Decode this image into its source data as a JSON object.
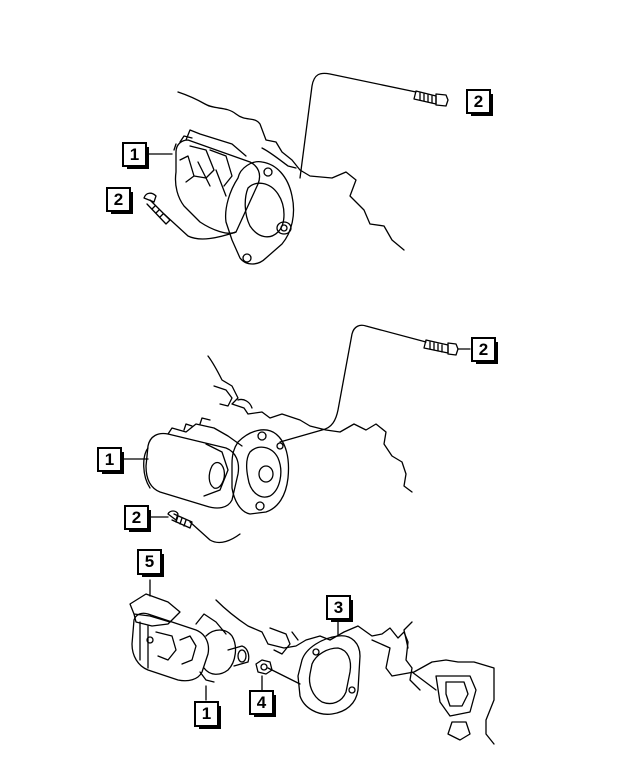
{
  "diagram": {
    "views": [
      {
        "name": "upper-view",
        "callouts": [
          {
            "id": "upper-starter-callout",
            "label": "1"
          },
          {
            "id": "upper-bolt-right-callout",
            "label": "2"
          },
          {
            "id": "upper-bolt-left-callout",
            "label": "2"
          }
        ]
      },
      {
        "name": "middle-view",
        "callouts": [
          {
            "id": "middle-starter-callout",
            "label": "1"
          },
          {
            "id": "middle-bolt-right-callout",
            "label": "2"
          },
          {
            "id": "middle-bolt-left-callout",
            "label": "2"
          }
        ]
      },
      {
        "name": "lower-view",
        "callouts": [
          {
            "id": "lower-shield-callout",
            "label": "5"
          },
          {
            "id": "lower-plate-callout",
            "label": "3"
          },
          {
            "id": "lower-starter-callout",
            "label": "1"
          },
          {
            "id": "lower-nut-callout",
            "label": "4"
          }
        ]
      }
    ],
    "line_color": "#000000",
    "background": "#ffffff"
  }
}
